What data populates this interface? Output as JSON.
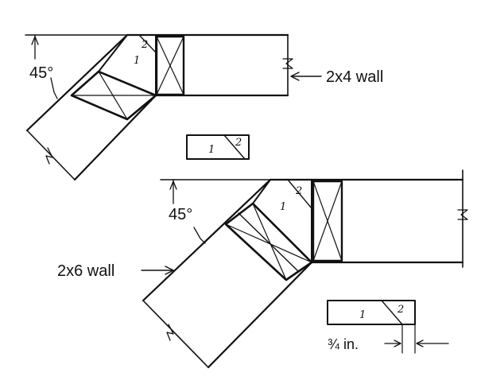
{
  "labels": {
    "angle_top": "45°",
    "wall_2x4": "2x4 wall",
    "angle_bottom": "45°",
    "wall_2x6": "2x6 wall",
    "offset": "¾ in."
  },
  "piece_numbers": {
    "one": "1",
    "two": "2"
  },
  "colors": {
    "ink": "#111111",
    "background": "#ffffff"
  }
}
